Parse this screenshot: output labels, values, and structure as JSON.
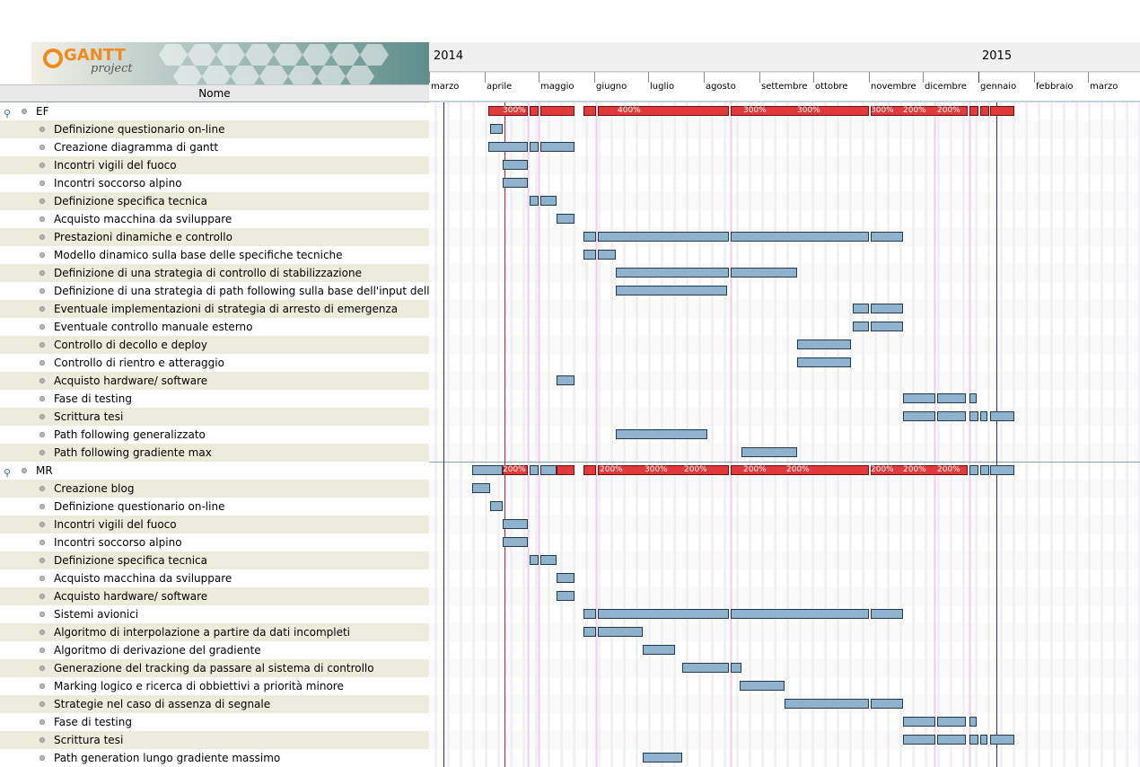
{
  "header": {
    "column_name": "Nome",
    "logo_text": "GANTT",
    "logo_sub": "project"
  },
  "timeline": {
    "years": [
      {
        "label": "2014",
        "start": "2014-03-01"
      },
      {
        "label": "2015",
        "start": "2015-01-01"
      }
    ],
    "months": [
      "marzo",
      "aprile",
      "maggio",
      "giugno",
      "luglio",
      "agosto",
      "settembre",
      "ottobre",
      "novembre",
      "dicembre",
      "gennaio",
      "febbraio",
      "marzo"
    ],
    "today_marker": "2014-04-12",
    "project_bounds": [
      "2014-03-09",
      "2015-01-11"
    ]
  },
  "colors": {
    "task_bar": "#8fb3cc",
    "summary_bar": "#e23a3a",
    "row_alt": "#ececdc",
    "today_line": "#cc2020",
    "bound_line": "#2a2a9a"
  },
  "groups": [
    {
      "name": "EF",
      "summary_labels": [
        "300%",
        "400%",
        "300%",
        "300%",
        "300%",
        "200%",
        "200%"
      ],
      "tasks": [
        "Definizione questionario on-line",
        "Creazione diagramma di gantt",
        "Incontri vigili del fuoco",
        "Incontri soccorso alpino",
        "Definizione specifica tecnica",
        "Acquisto macchina da sviluppare",
        "Prestazioni dinamiche e controllo",
        "Modello dinamico sulla base delle specifiche tecniche",
        "Definizione di una strategia di controllo di stabilizzazione",
        "Definizione di una strategia di path following sulla base dell'input dell'algor...",
        "Eventuale implementazioni di strategia di arresto di emergenza",
        "Eventuale controllo manuale esterno",
        "Controllo di decollo e deploy",
        "Controllo di rientro e atteraggio",
        "Acquisto hardware/ software",
        "Fase di testing",
        "Scrittura tesi",
        "Path following generalizzato",
        "Path following gradiente max"
      ]
    },
    {
      "name": "MR",
      "summary_labels": [
        "200%",
        "200%",
        "300%",
        "200%",
        "200%",
        "200%",
        "200%",
        "200%",
        "200%"
      ],
      "tasks": [
        "Creazione blog",
        "Definizione questionario on-line",
        "Incontri vigili del fuoco",
        "Incontri soccorso alpino",
        "Definizione specifica tecnica",
        "Acquisto macchina da sviluppare",
        "Acquisto hardware/ software",
        "Sistemi avionici",
        "Algoritmo di interpolazione a partire da dati incompleti",
        "Algoritmo di derivazione del gradiente",
        "Generazione del tracking da passare al sistema di controllo",
        "Marking logico e ricerca di obbiettivi a priorità minore",
        "Strategie nel caso di assenza di segnale",
        "Fase di testing",
        "Scrittura tesi",
        "Path generation lungo gradiente massimo"
      ]
    }
  ]
}
